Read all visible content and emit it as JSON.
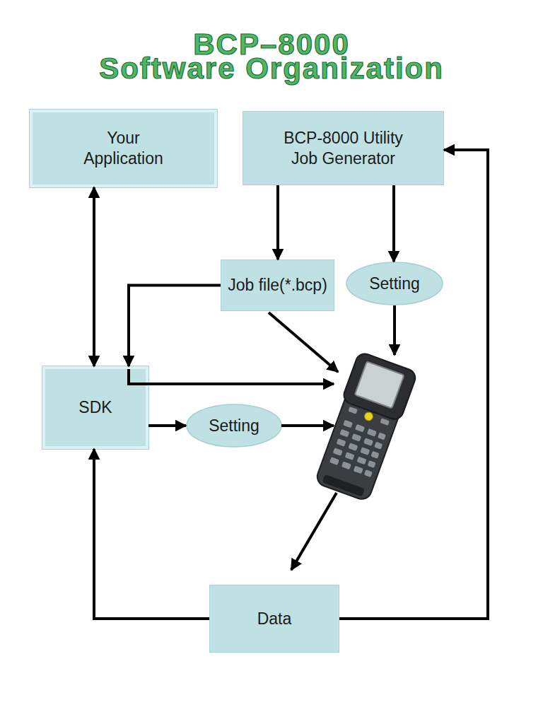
{
  "diagram": {
    "title": "BCP–8000 Software Organization",
    "nodes": [
      {
        "text": [
          "Your Application"
        ]
      },
      {
        "text": [
          "BCP-8000 Utility Job Generator"
        ]
      },
      {
        "text": [
          "Job file(*.bcp)"
        ]
      },
      {
        "text": [
          "Setting"
        ]
      },
      {
        "text": [
          "SDK"
        ]
      },
      {
        "text": [
          "Setting"
        ]
      },
      {
        "text": [
          "Data"
        ]
      }
    ],
    "edges": [
      {
        "from": 0,
        "to": 4,
        "arrow": "both"
      },
      {
        "from": 1,
        "to": 2,
        "arrow": "to"
      },
      {
        "from": 1,
        "to": 3,
        "arrow": "to"
      },
      {
        "from": 2,
        "to": 4,
        "arrow": "to"
      },
      {
        "from": 4,
        "to": 5,
        "arrow": "to"
      },
      {
        "from": 6,
        "to": 4,
        "arrow": "to"
      },
      {
        "from": 6,
        "to": 1,
        "arrow": "to"
      }
    ]
  }
}
